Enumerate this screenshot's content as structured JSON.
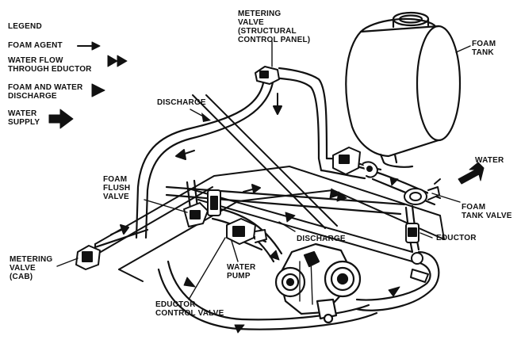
{
  "legend": {
    "title": "LEGEND",
    "items": [
      {
        "label": "FOAM AGENT",
        "icon": "single-thin-arrow-icon"
      },
      {
        "label": "WATER FLOW\nTHROUGH EDUCTOR",
        "icon": "double-arrowhead-icon"
      },
      {
        "label": "FOAM AND WATER\nDISCHARGE",
        "icon": "solid-triangle-arrow-icon"
      },
      {
        "label": "WATER\nSUPPLY",
        "icon": "thick-block-arrow-icon"
      }
    ]
  },
  "labels": {
    "metering_valve_structural": "METERING\nVALVE\n(STRUCTURAL\nCONTROL PANEL)",
    "foam_tank": "FOAM\nTANK",
    "discharge_top": "DISCHARGE",
    "water": "WATER",
    "foam_flush_valve": "FOAM\nFLUSH\nVALVE",
    "foam_tank_valve": "FOAM\nTANK VALVE",
    "discharge_mid": "DISCHARGE",
    "eductor": "EDUCTOR",
    "metering_valve_cab": "METERING\nVALVE\n(CAB)",
    "water_pump": "WATER\nPUMP",
    "eductor_control_valve": "EDUCTOR\nCONTROL VALVE"
  },
  "colors": {
    "ink": "#111111",
    "paper": "#ffffff"
  }
}
